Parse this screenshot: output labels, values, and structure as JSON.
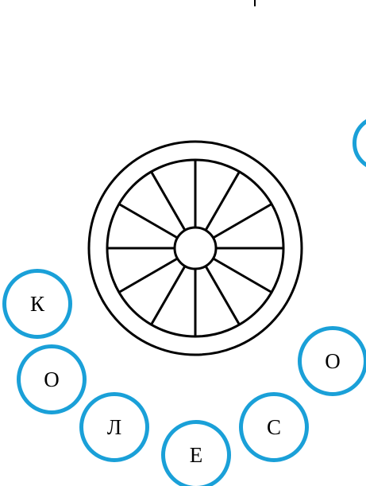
{
  "letters": {
    "k": "К",
    "o1": "О",
    "l": "Л",
    "e": "Е",
    "s": "С",
    "o2": "О",
    "edge": ""
  },
  "colors": {
    "circle_border": "#1aa0d8",
    "wheel_stroke": "#000000",
    "background": "#ffffff"
  },
  "icons": {
    "wheel": "wheel-icon"
  }
}
